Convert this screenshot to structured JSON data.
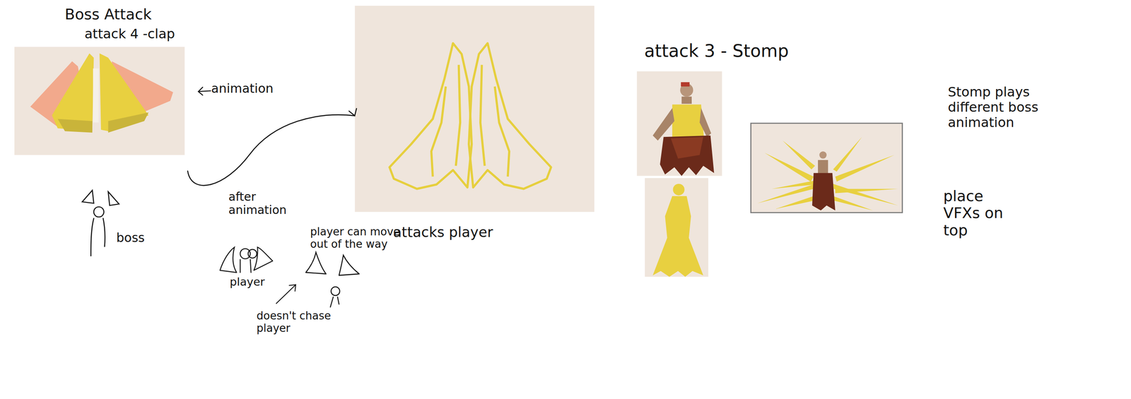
{
  "diagram": {
    "title": "Boss Attack",
    "nodes": [
      {
        "text": [
          "attack 4 -clap"
        ]
      },
      {
        "text": [
          "attacks player"
        ]
      }
    ],
    "edges": [
      {
        "from": 0,
        "to": 1,
        "arrow": "to",
        "label": "after animation"
      }
    ],
    "labels": [
      "animation",
      "boss",
      "player",
      "player can move out of the way",
      "doesn't chase player",
      "attack 3 - Stomp",
      "Stomp plays different boss animation",
      "place VFXs on top"
    ]
  }
}
